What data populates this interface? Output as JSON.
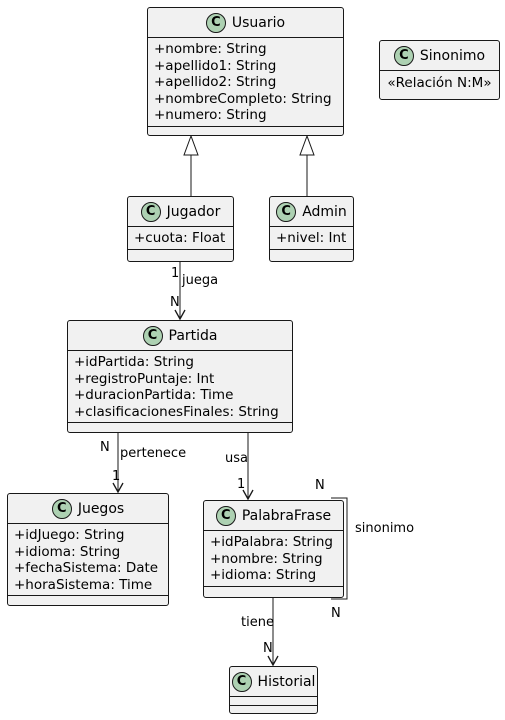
{
  "classes": {
    "usuario": {
      "name": "Usuario",
      "attrs": [
        "+nombre: String",
        "+apellido1: String",
        "+apellido2: String",
        "+nombreCompleto: String",
        "+numero: String"
      ]
    },
    "sinonimo": {
      "name": "Sinonimo",
      "stereotype": "«Relación N:M»"
    },
    "jugador": {
      "name": "Jugador",
      "attrs": [
        "+cuota: Float"
      ]
    },
    "admin": {
      "name": "Admin",
      "attrs": [
        "+nivel: Int"
      ]
    },
    "partida": {
      "name": "Partida",
      "attrs": [
        "+idPartida: String",
        "+registroPuntaje: Int",
        "+duracionPartida: Time",
        "+clasificacionesFinales: String"
      ]
    },
    "juegos": {
      "name": "Juegos",
      "attrs": [
        "+idJuego: String",
        "+idioma: String",
        "+fechaSistema: Date",
        "+horaSistema: Time"
      ]
    },
    "palabrafrase": {
      "name": "PalabraFrase",
      "attrs": [
        "+idPalabra: String",
        "+nombre: String",
        "+idioma: String"
      ]
    },
    "historial": {
      "name": "Historial"
    }
  },
  "class_icon_letter": "C",
  "relations": {
    "juega": {
      "label": "juega",
      "from_mult": "1",
      "to_mult": "N"
    },
    "pertenece": {
      "label": "pertenece",
      "from_mult": "N",
      "to_mult": "1"
    },
    "usa": {
      "label": "usa",
      "to_mult": "1"
    },
    "sinonimo": {
      "label": "sinonimo",
      "mult_top": "N",
      "mult_bottom": "N"
    },
    "tiene": {
      "label": "tiene",
      "to_mult": "N"
    }
  },
  "colors": {
    "class_bg": "#f1f1f1",
    "badge_bg": "#add1b2",
    "line": "#181818"
  }
}
